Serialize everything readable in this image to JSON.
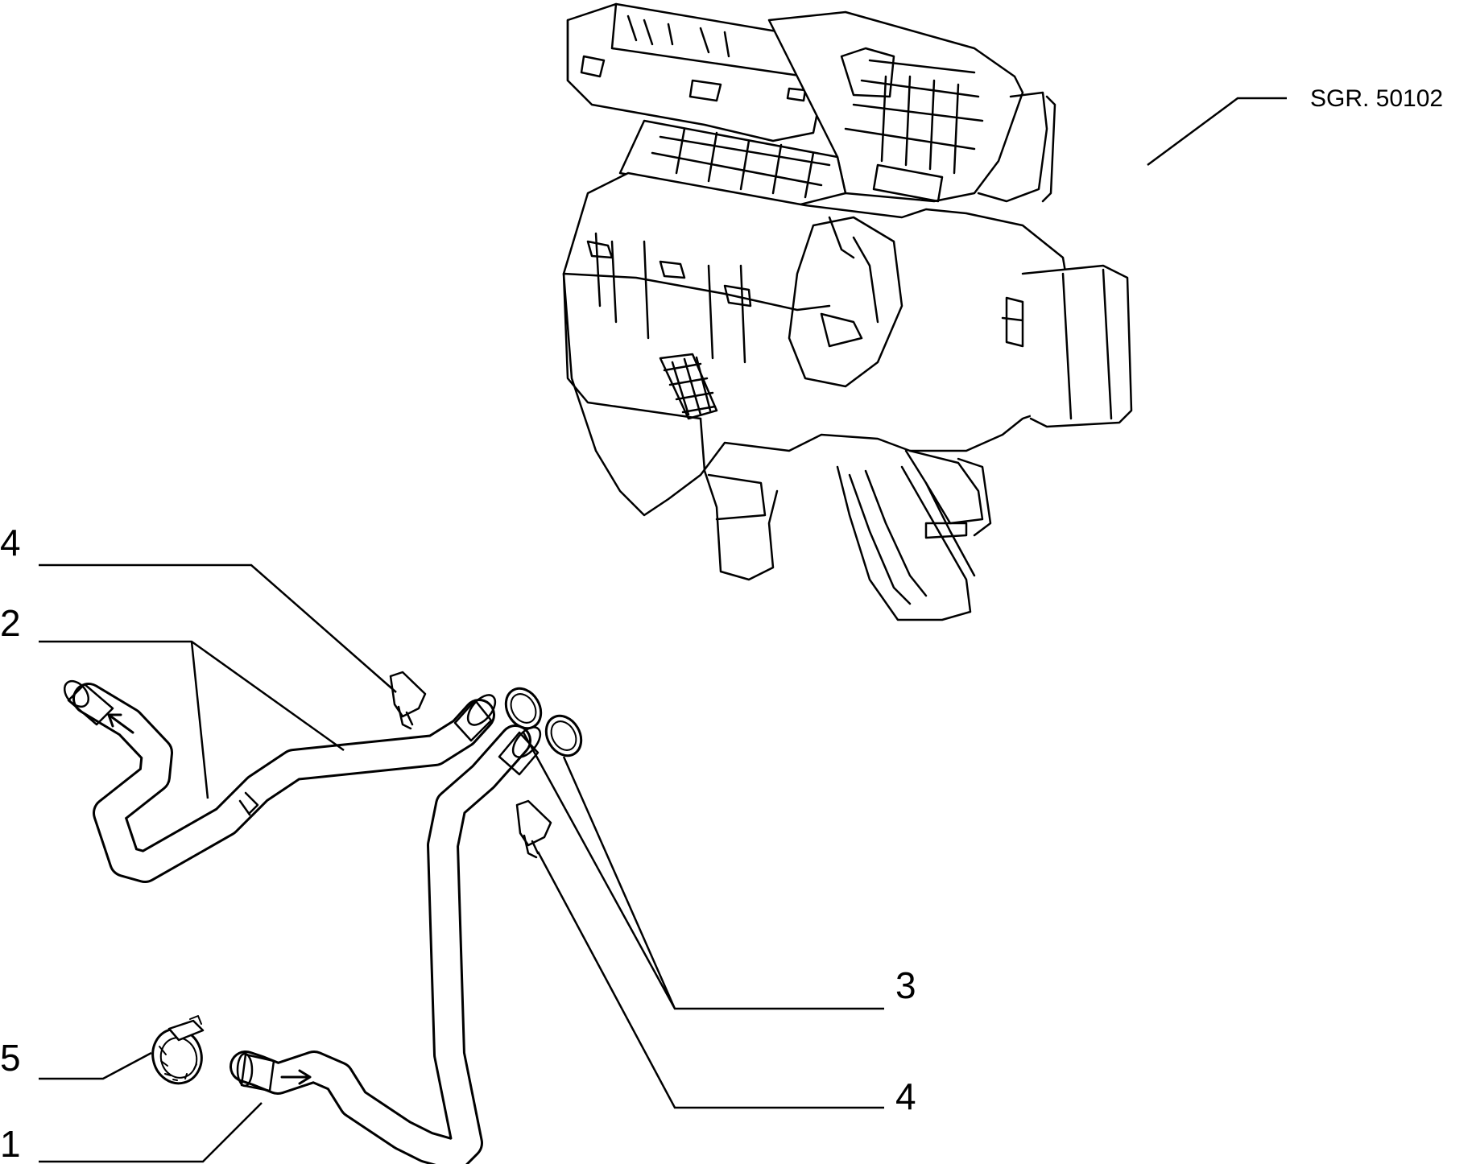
{
  "diagram": {
    "reference_label": "SGR. 50102",
    "callouts": [
      {
        "id": "hose-1",
        "label": "1"
      },
      {
        "id": "hose-2",
        "label": "2"
      },
      {
        "id": "o-ring",
        "label": "3"
      },
      {
        "id": "clip-upper",
        "label": "4"
      },
      {
        "id": "clip-lower",
        "label": "4"
      },
      {
        "id": "hose-clamp",
        "label": "5"
      }
    ]
  }
}
